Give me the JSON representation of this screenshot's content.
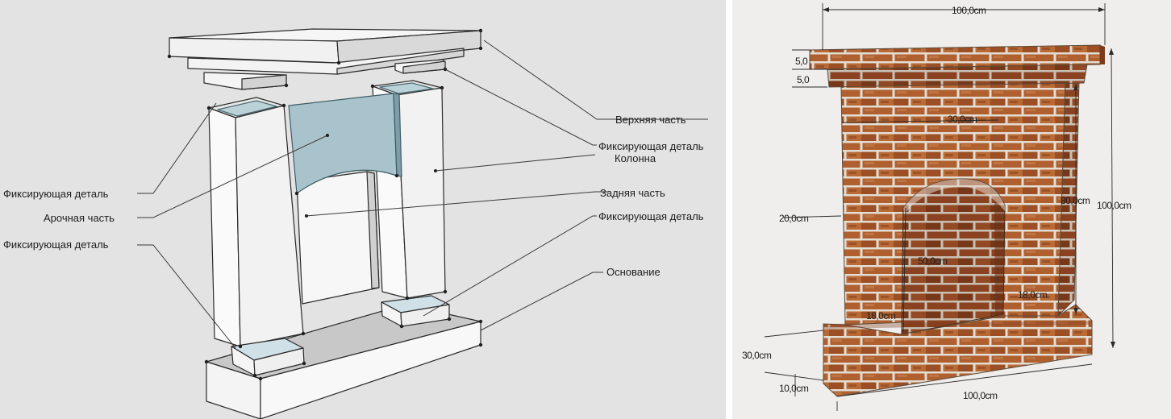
{
  "left_diagram": {
    "labels": {
      "top_part": "Верхняя часть",
      "fixing_part_top_right": "Фиксирующая деталь",
      "column": "Колонна",
      "back_part": "Задняя часть",
      "fixing_part_mid_right": "Фиксирующая деталь",
      "base": "Основание",
      "fixing_part_upper_left": "Фиксирующая деталь",
      "arch_part": "Арочная часть",
      "fixing_part_lower_left": "Фиксирующая деталь"
    }
  },
  "right_model": {
    "dimensions": {
      "top_width": "100,0cm",
      "shelf_thickness_1": "5,0",
      "shelf_thickness_2": "5,0",
      "opening_top_width": "30,0cm",
      "side_width": "20,0cm",
      "body_height": "80,0cm",
      "total_height": "100,0cm",
      "opening_height": "50,0cm",
      "opening_side_right": "18,0cm",
      "opening_side_left": "18,0cm",
      "base_depth": "30,0cm",
      "base_height": "10,0cm",
      "base_width": "100,0cm"
    }
  }
}
